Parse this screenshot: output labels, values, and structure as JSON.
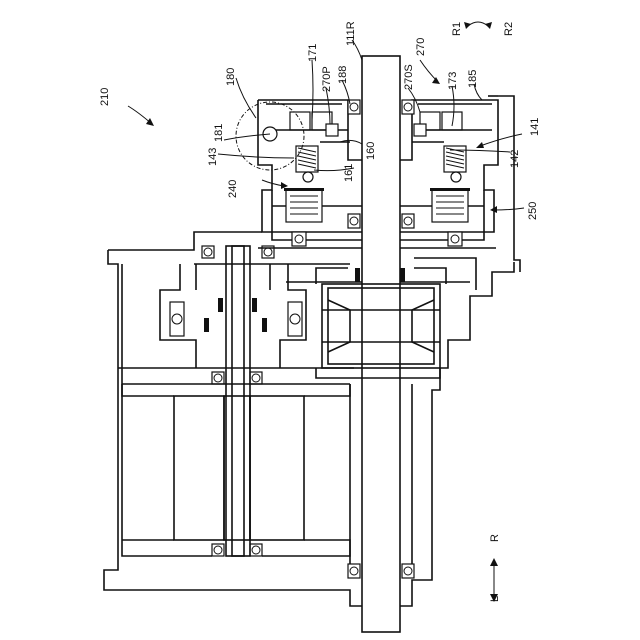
{
  "labels": {
    "l210": "210",
    "l180": "180",
    "l181": "181",
    "l143": "143",
    "l240": "240",
    "l171": "171",
    "l270P": "270P",
    "l188": "188",
    "l111R": "111R",
    "l270S": "270S",
    "l270": "270",
    "l173": "173",
    "l185": "185",
    "l160": "160",
    "l161": "161",
    "l142": "142",
    "l141": "141",
    "l250": "250",
    "R1": "R1",
    "R2": "R2",
    "R": "R",
    "L": "L"
  }
}
